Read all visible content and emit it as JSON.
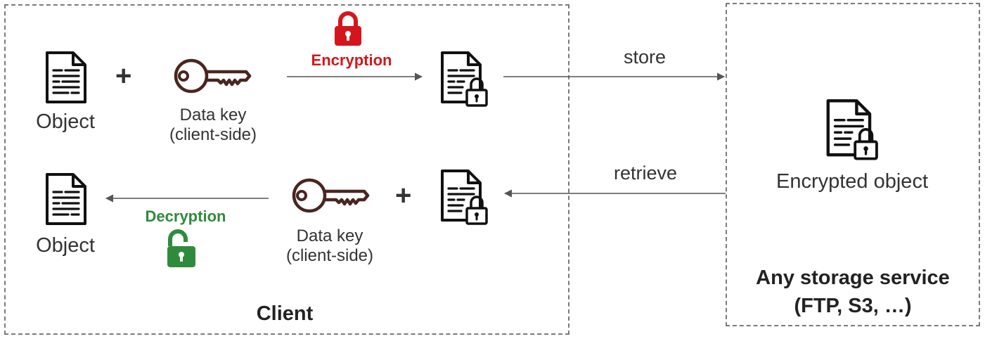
{
  "colors": {
    "encryption": "#d4161c",
    "decryption": "#2f8b3c",
    "key": "#4a2520",
    "arrow": "#555555",
    "border": "#7a7a7a"
  },
  "client": {
    "title": "Client",
    "encrypt_row": {
      "object_label": "Object",
      "plus": "+",
      "key_label_1": "Data key",
      "key_label_2": "(client-side)",
      "operation_label": "Encryption"
    },
    "decrypt_row": {
      "object_label": "Object",
      "plus": "+",
      "key_label_1": "Data key",
      "key_label_2": "(client-side)",
      "operation_label": "Decryption"
    }
  },
  "flows": {
    "store_label": "store",
    "retrieve_label": "retrieve"
  },
  "storage": {
    "object_label": "Encrypted object",
    "service_line_1": "Any storage service",
    "service_line_2": "(FTP, S3, …)"
  },
  "icons": {
    "document": "document-icon",
    "encrypted_document": "encrypted-document-icon",
    "key": "key-icon",
    "locked_padlock": "lock-icon",
    "unlocked_padlock": "unlock-icon"
  }
}
